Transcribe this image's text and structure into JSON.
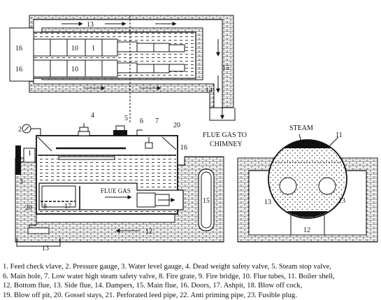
{
  "figure": {
    "callouts": [
      "1",
      "2",
      "3",
      "4",
      "5",
      "6",
      "7",
      "8",
      "10",
      "11",
      "12",
      "13",
      "14",
      "15",
      "16",
      "17",
      "20"
    ],
    "plan_labels": {
      "side_flue": "13",
      "door_upper": "16",
      "door_lower": "16",
      "tubes_upper": "10",
      "feed_upper": "1",
      "tubes_lower": "10",
      "main_flue": "15",
      "damper": "14"
    },
    "flue_gas_exit": "FLUE GAS TO\nCHIMNEY",
    "section_labels": {
      "feed": "1",
      "gauge": "2",
      "water_level": "3",
      "dead_weight": "4",
      "stop_valve": "5",
      "hole": "6",
      "low_water": "7",
      "ashpit_l": "8",
      "ashpit_r": "17",
      "gossel": "20",
      "boiler_top": "20",
      "door": "16",
      "main_flue": "15",
      "bottom_flue": "12",
      "blow_off": "13",
      "flue_gas": "FLUE GAS"
    },
    "end_labels": {
      "steam": "STEAM",
      "shell": "11",
      "side_left": "13",
      "side_right": "13",
      "bottom": "12"
    }
  },
  "legend": {
    "lines": [
      "1. Feed check vlave,  2. Pressure gauge,  3. Water level gauge,  4. Dead weight safety valve,  5. Steam stop valve,",
      "6. Main hole,  7. Low water high steam safety valve,  8. Fire grate,  9. Fire bridge,  10. Flue tubes,  11. Boiler shell,",
      "12. Bottom flue,  13. Side flue,  14. Dampers,  15. Main flue,  16. Doors,  17. Ashpit,  18. Blow off cock,",
      "19. Blow off pit,  20. Gossel stays,  21. Perforated leed pipe,  22. Anti priming pipe,  23. Fusible plug."
    ]
  },
  "colors": {
    "ink": "#111111",
    "paper": "#ffffff"
  }
}
